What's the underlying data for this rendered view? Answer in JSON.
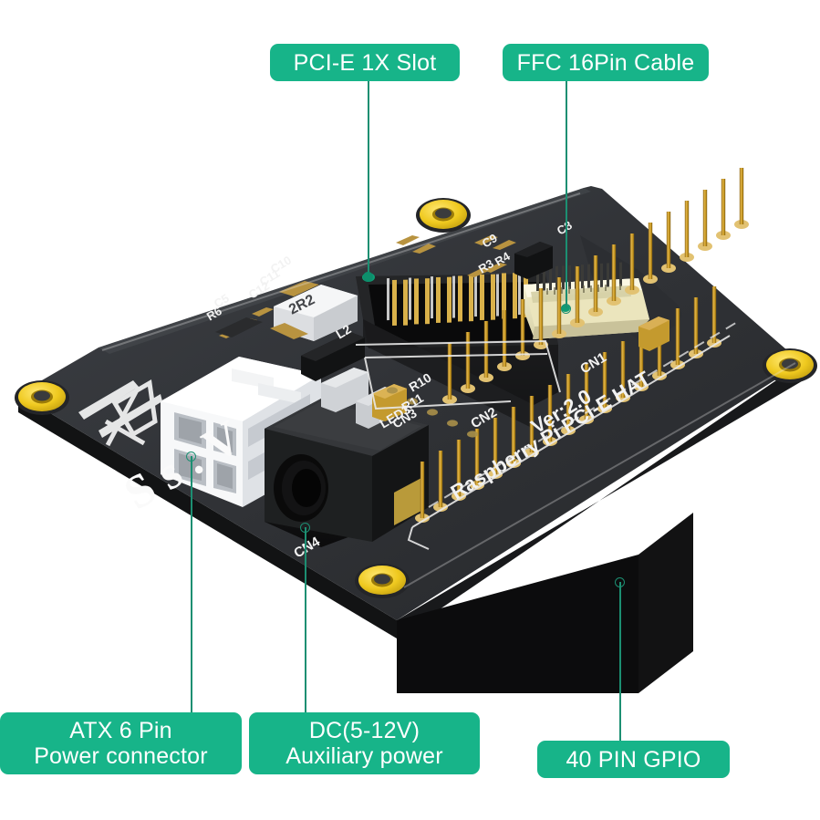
{
  "image": {
    "subject": "Raspberry Pi PCI-E HAT expansion board, isometric product photo with annotation callouts",
    "background_color": "#ffffff",
    "callout_color": "#17b489",
    "callout_text_color": "#ffffff",
    "leader_line_color": "#1c8f72"
  },
  "callouts": [
    {
      "id": "pcie",
      "lines": [
        "PCI-E  1X  Slot"
      ]
    },
    {
      "id": "ffc",
      "lines": [
        "FFC 16Pin Cable"
      ]
    },
    {
      "id": "atx",
      "lines": [
        "ATX 6 Pin",
        "Power connector"
      ]
    },
    {
      "id": "dc",
      "lines": [
        "DC(5-12V)",
        "Auxiliary power"
      ]
    },
    {
      "id": "gpio",
      "lines": [
        "40 PIN GPIO"
      ]
    }
  ],
  "board": {
    "pcb_color": "#34363a",
    "silkscreen_color": "#f2f2f2",
    "gold_pin_color": "#c99a28",
    "mount_hole_color": "#f0d024",
    "silkscreen": {
      "title": "Raspberry Pi PCI-E HAT",
      "version": "Ver:2.0",
      "ffc_ref": "CN1",
      "pcie_ref": "CN2",
      "dc_ref": "CN4",
      "atx_ref": "CN3",
      "resistor_1": "R10",
      "resistor_2": "R11",
      "led": "LED3",
      "inductor": "L2",
      "inductor_value": "2R2",
      "cap_1": "C10",
      "cap_2": "C11",
      "cap_3": "C12",
      "cap_4": "C8",
      "cap_5": "C9",
      "res_3": "R3",
      "res_4": "R4",
      "res_5": "R5",
      "res_6": "R6"
    }
  }
}
